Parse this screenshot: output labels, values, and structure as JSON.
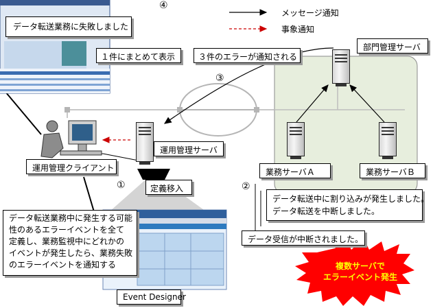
{
  "legend": {
    "message": "メッセージ通知",
    "event": "事象通知"
  },
  "nodes": {
    "dept_server": "部門管理サーバ",
    "ops_server": "運用管理サーバ",
    "client": "運用管理クライアント",
    "server_a": "業務サーバＡ",
    "server_b": "業務サーバＢ"
  },
  "steps": {
    "s1": "①",
    "s2": "②",
    "s3": "③",
    "s4": "④"
  },
  "callouts": {
    "fail": "データ転送業務に失敗しました",
    "summary": "１件にまとめて表示",
    "three_errors": "３件のエラーが通知される",
    "deploy": "定義移入",
    "interrupt_1": "データ転送中に割り込みが発生しました。",
    "interrupt_2": "データ転送を中断しました。",
    "receive": "データ受信が中断されました。",
    "definition_1": "データ転送業務中に発生する可能",
    "definition_2": "性のあるエラーイベントを全て",
    "definition_3": "定義し、業務監視中にどれかの",
    "definition_4": "イベントが発生したら、業務失敗",
    "definition_5": "のエラーイベントを通知する",
    "tool": "Event Designer"
  },
  "burst": {
    "line1": "複数サーバで",
    "line2": "エラーイベント発生"
  },
  "colors": {
    "burst_fill": "#ff0000",
    "burst_text": "#ffff00",
    "zone_fill": "#e7eedd",
    "event_arrow": "#cc0000"
  }
}
